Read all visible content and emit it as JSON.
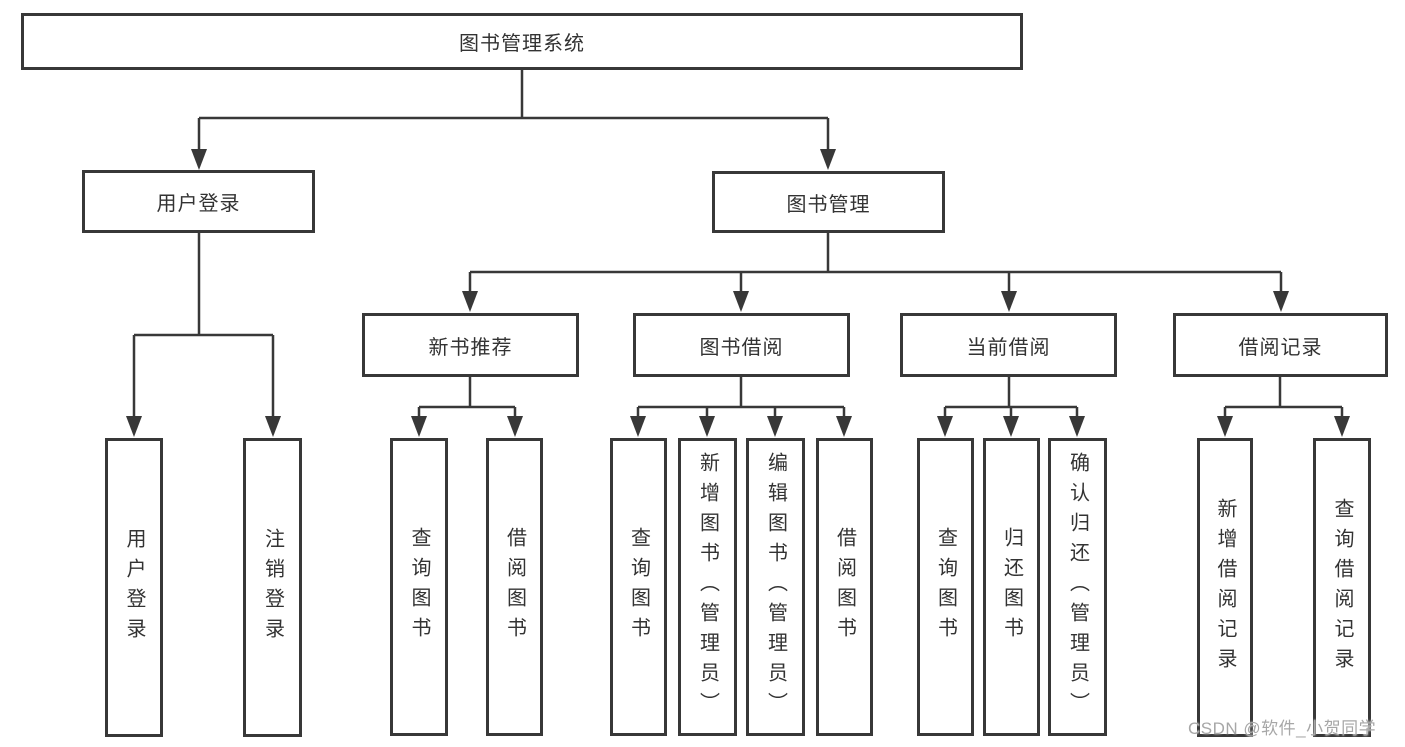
{
  "diagram": {
    "root": {
      "label": "图书管理系统"
    },
    "level2": {
      "user_login": {
        "label": "用户登录"
      },
      "book_management": {
        "label": "图书管理"
      }
    },
    "level3": {
      "new_book_recommend": {
        "label": "新书推荐"
      },
      "book_borrowing": {
        "label": "图书借阅"
      },
      "current_borrowing": {
        "label": "当前借阅"
      },
      "borrowing_records": {
        "label": "借阅记录"
      }
    },
    "leaves": {
      "user_login": {
        "label": "用户登录"
      },
      "logout": {
        "label": "注销登录"
      },
      "recommend_query_books": {
        "label": "查询图书"
      },
      "recommend_borrow_books": {
        "label": "借阅图书"
      },
      "borrowing_query_books": {
        "label": "查询图书"
      },
      "borrowing_add_books_admin": {
        "label": "新增图书（管理员）"
      },
      "borrowing_edit_books_admin": {
        "label": "编辑图书（管理员）"
      },
      "borrowing_borrow_books": {
        "label": "借阅图书"
      },
      "current_query_books": {
        "label": "查询图书"
      },
      "current_return_books": {
        "label": "归还图书"
      },
      "current_confirm_return_admin": {
        "label": "确认归还（管理员）"
      },
      "records_add_record": {
        "label": "新增借阅记录"
      },
      "records_query_record": {
        "label": "查询借阅记录"
      }
    }
  },
  "watermark": {
    "text": "CSDN @软件_小贺同学"
  },
  "colors": {
    "line": "#383838",
    "text": "#333333",
    "watermark": "#a7a7a7",
    "background": "#ffffff"
  }
}
